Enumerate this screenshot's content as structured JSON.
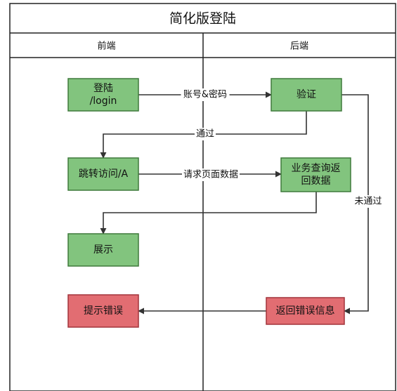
{
  "diagram": {
    "title": "简化版登陆",
    "lanes": [
      {
        "id": "frontend",
        "label": "前端"
      },
      {
        "id": "backend",
        "label": "后端"
      }
    ],
    "colors": {
      "success_fill": "#82c47e",
      "success_stroke": "#3f7a3c",
      "error_fill": "#e26d72",
      "error_stroke": "#a2343b",
      "line": "#333333",
      "frame": "#222222"
    },
    "nodes": [
      {
        "id": "login",
        "lines": [
          "登陆",
          "/login"
        ],
        "kind": "success"
      },
      {
        "id": "verify",
        "lines": [
          "验证"
        ],
        "kind": "success"
      },
      {
        "id": "redirect",
        "lines": [
          "跳转访问/A"
        ],
        "kind": "success"
      },
      {
        "id": "query",
        "lines": [
          "业务查询返",
          "回数据"
        ],
        "kind": "success"
      },
      {
        "id": "show",
        "lines": [
          "展示"
        ],
        "kind": "success"
      },
      {
        "id": "return_error",
        "lines": [
          "返回错误信息"
        ],
        "kind": "error"
      },
      {
        "id": "prompt_error",
        "lines": [
          "提示错误"
        ],
        "kind": "error"
      }
    ],
    "edges": [
      {
        "id": "e1",
        "from": "login",
        "to": "verify",
        "label": "账号&密码"
      },
      {
        "id": "e2",
        "from": "verify",
        "to": "redirect",
        "label": "通过"
      },
      {
        "id": "e3",
        "from": "redirect",
        "to": "query",
        "label": "请求页面数据"
      },
      {
        "id": "e4",
        "from": "query",
        "to": "show",
        "label": ""
      },
      {
        "id": "e5",
        "from": "verify",
        "to": "return_error",
        "label": "未通过"
      },
      {
        "id": "e6",
        "from": "return_error",
        "to": "prompt_error",
        "label": ""
      }
    ]
  }
}
